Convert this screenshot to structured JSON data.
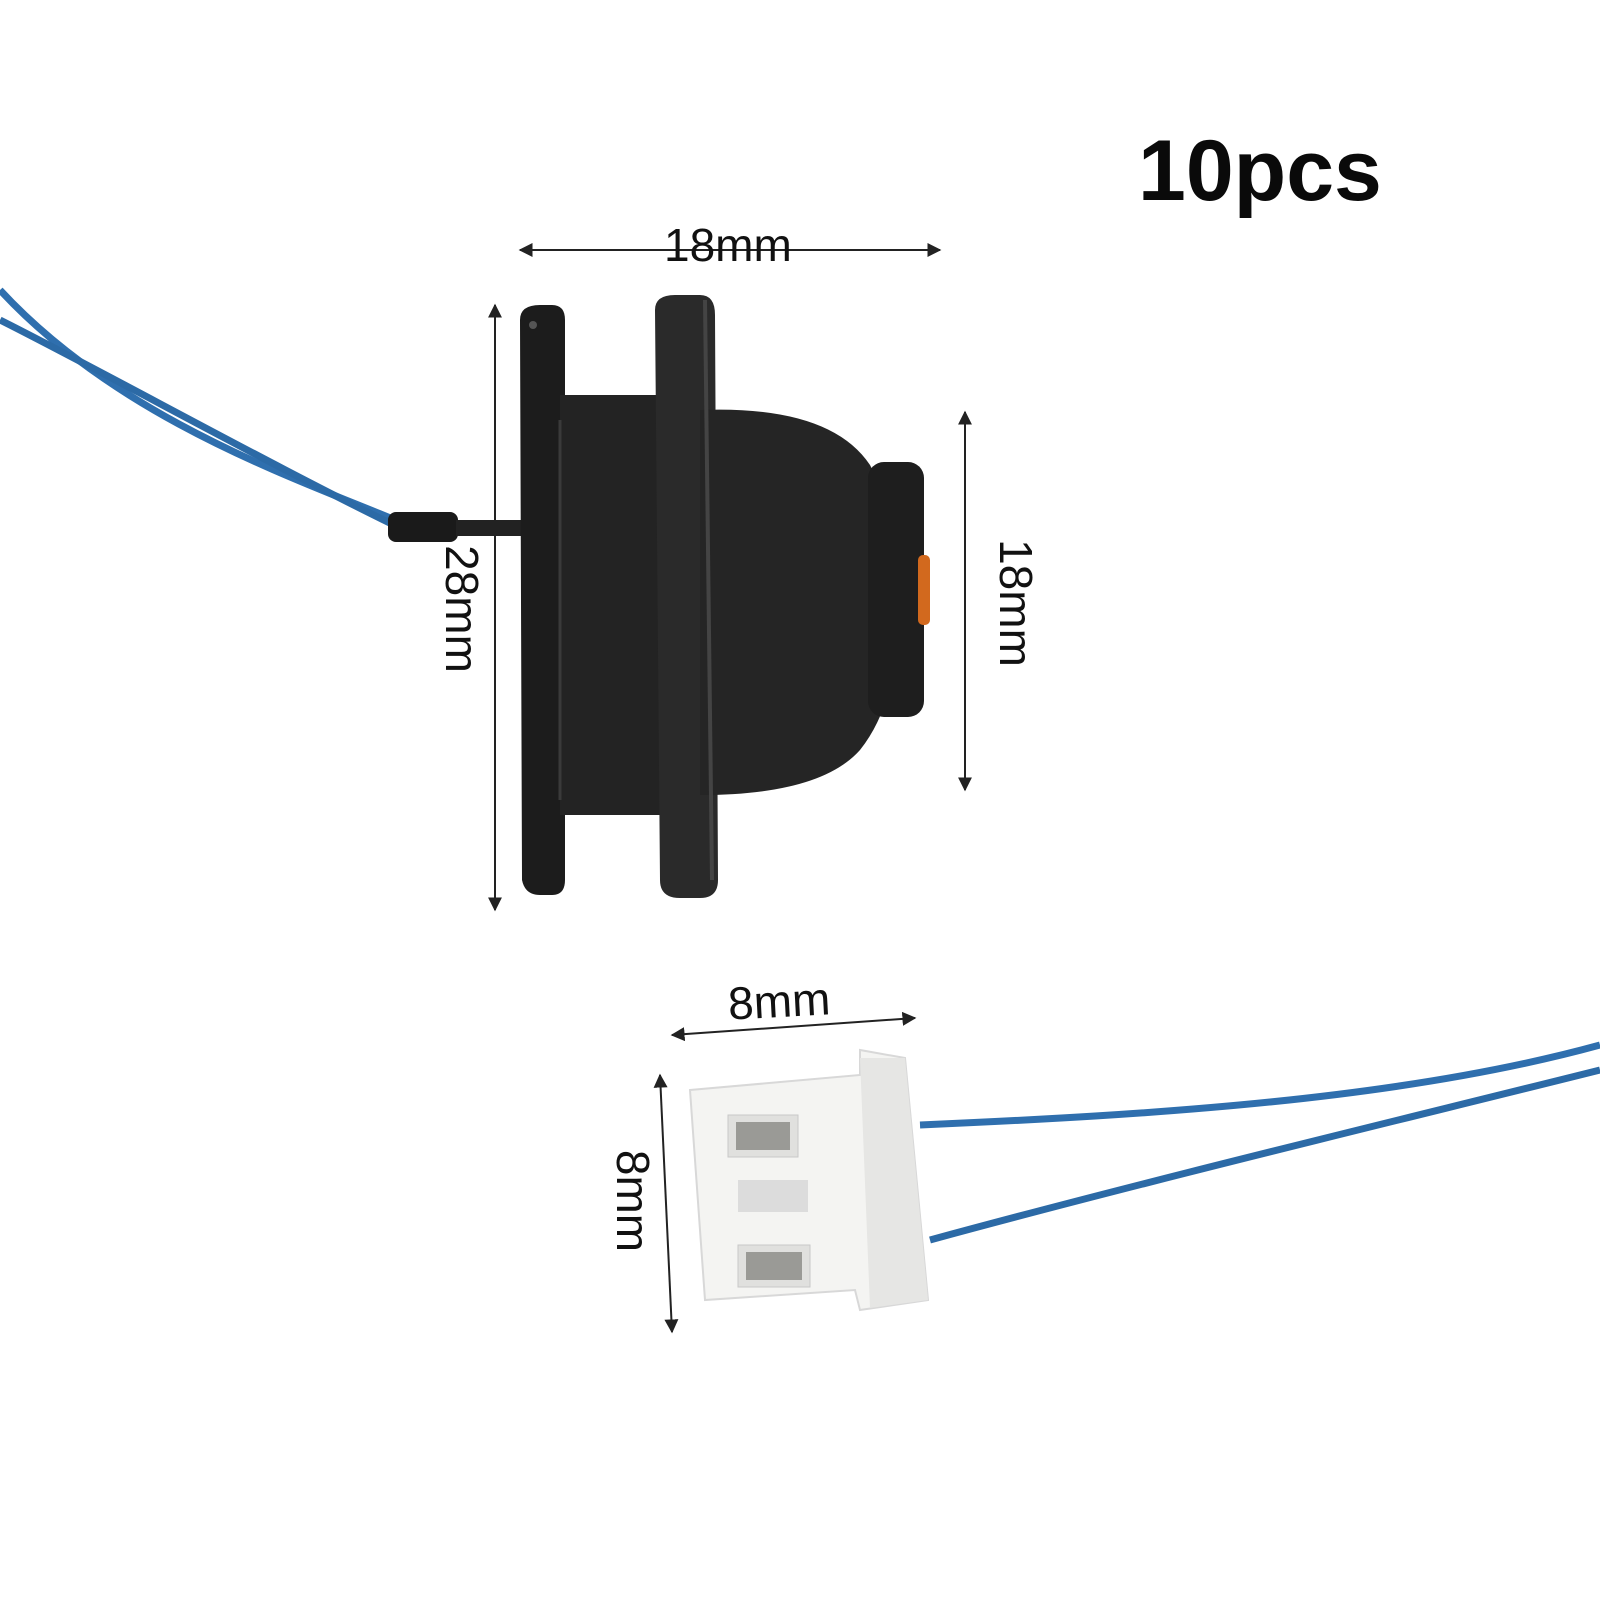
{
  "product": {
    "quantity_label": "10pcs"
  },
  "dimensions": {
    "sensor_width": "18mm",
    "sensor_height": "28mm",
    "probe_height": "18mm",
    "connector_width": "8mm",
    "connector_height": "8mm"
  },
  "colors": {
    "background": "#ffffff",
    "wire": "#2f6fae",
    "sensor_body": "#1f1f1f",
    "connector": "#f4f4f2",
    "probe_tip": "#d2691e"
  }
}
